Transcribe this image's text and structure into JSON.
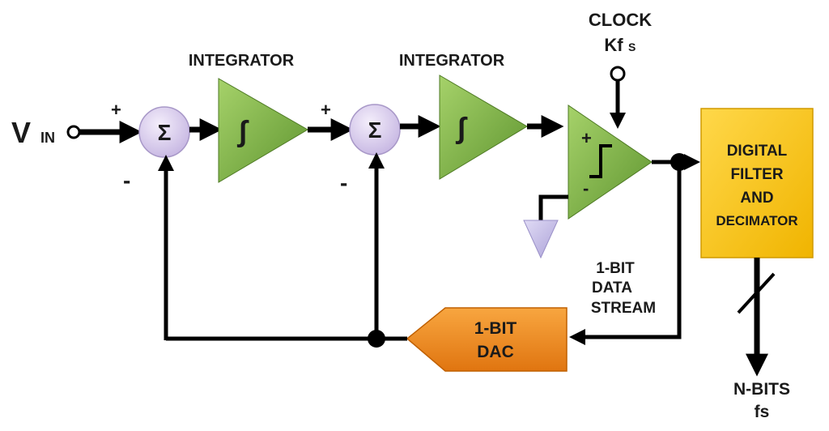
{
  "input": {
    "label_main": "V",
    "label_sub": "IN"
  },
  "signs": {
    "plus1": "+",
    "minus1": "-",
    "plus2": "+",
    "minus2": "-",
    "comp_plus": "+",
    "comp_minus": "-"
  },
  "summers": {
    "symbol": "Σ"
  },
  "integrators": [
    {
      "title": "INTEGRATOR",
      "symbol": "∫"
    },
    {
      "title": "INTEGRATOR",
      "symbol": "∫"
    }
  ],
  "clock": {
    "line1": "CLOCK",
    "line2": "Kf",
    "line2_sub": "S"
  },
  "filter": {
    "lines": [
      "DIGITAL",
      "FILTER",
      "AND",
      "DECIMATOR"
    ]
  },
  "dac": {
    "line1": "1-BIT",
    "line2": "DAC"
  },
  "stream": {
    "lines": [
      "1-BIT",
      "DATA",
      "STREAM"
    ]
  },
  "output": {
    "line1": "N-BITS",
    "line2": "fs"
  },
  "colors": {
    "integrator": "#7fb341",
    "integrator_dark": "#5a8a2a",
    "summer": "#ddd0ee",
    "filter": "#f5c400",
    "dac": "#f08a1a",
    "ground": "#c8c0e8",
    "wire": "#000000"
  }
}
